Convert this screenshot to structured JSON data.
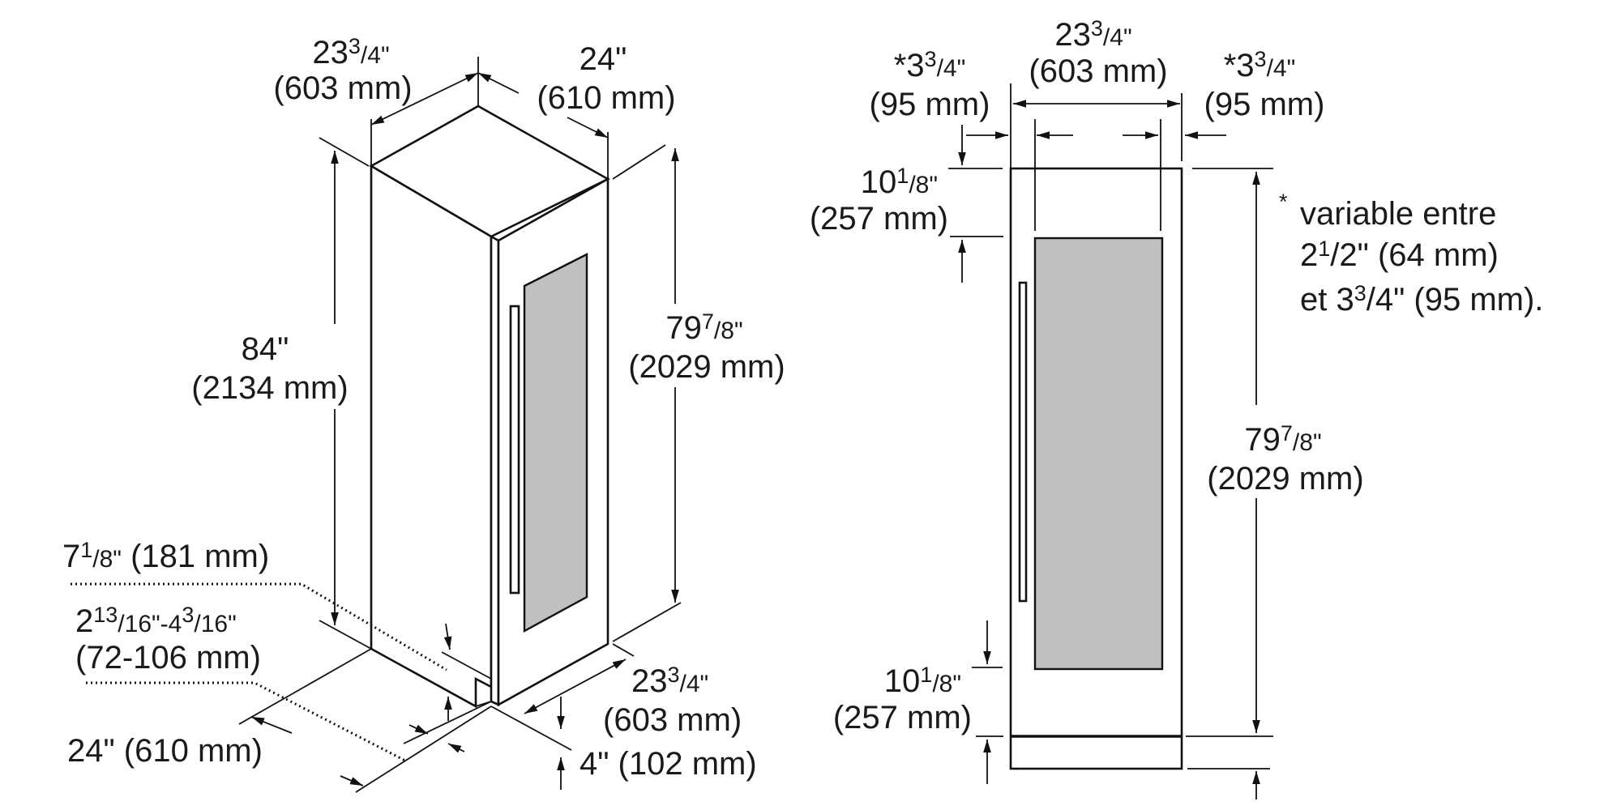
{
  "left_view": {
    "top_width": {
      "whole": "23",
      "num": "3",
      "rest": "/4\"",
      "mm": "(603 mm)"
    },
    "top_depth": {
      "inch": "24\"",
      "mm": "(610 mm)"
    },
    "total_height": {
      "inch": "84\"",
      "mm": "(2134 mm)"
    },
    "door_height": {
      "whole": "79",
      "num": "7",
      "rest": "/8\"",
      "mm": "(2029 mm)"
    },
    "toe_kick_height": {
      "whole": "7",
      "num": "1",
      "rest": "/8\"",
      "mm": " (181 mm)"
    },
    "toe_kick_range": {
      "whole1": "2",
      "num1": "13",
      "rest1": "/16\"-4",
      "num2": "3",
      "rest2": "/16\"",
      "mm": "(72-106 mm)"
    },
    "floor_depth": "24\" (610 mm)",
    "bottom_width": {
      "whole": "23",
      "num": "3",
      "rest": "/4\"",
      "mm": "(603 mm)"
    },
    "toe_kick_depth": "4\" (102 mm)"
  },
  "right_view": {
    "panel_width": {
      "whole": "23",
      "num": "3",
      "rest": "/4\"",
      "mm": "(603 mm)"
    },
    "left_gap": {
      "prefix": "*3",
      "num": "3",
      "rest": "/4\"",
      "mm": "(95 mm)"
    },
    "right_gap": {
      "prefix": "*3",
      "num": "3",
      "rest": "/4\"",
      "mm": "(95 mm)"
    },
    "top_rail": {
      "whole": "10",
      "num": "1",
      "rest": "/8\"",
      "mm": "(257 mm)"
    },
    "bottom_rail": {
      "whole": "10",
      "num": "1",
      "rest": "/8\"",
      "mm": "(257 mm)"
    },
    "door_height": {
      "whole": "79",
      "num": "7",
      "rest": "/8\"",
      "mm": "(2029 mm)"
    }
  },
  "note": {
    "asterisk": "*",
    "line1": "variable entre",
    "line2": {
      "whole": "2",
      "num": "1",
      "rest": "/2\" (64 mm)"
    },
    "line3": {
      "whole": "et 3",
      "num": "3",
      "rest": "/4\" (95 mm)."
    }
  },
  "colors": {
    "line": "#111111",
    "glass": "#c0c0c0",
    "background": "#ffffff"
  }
}
